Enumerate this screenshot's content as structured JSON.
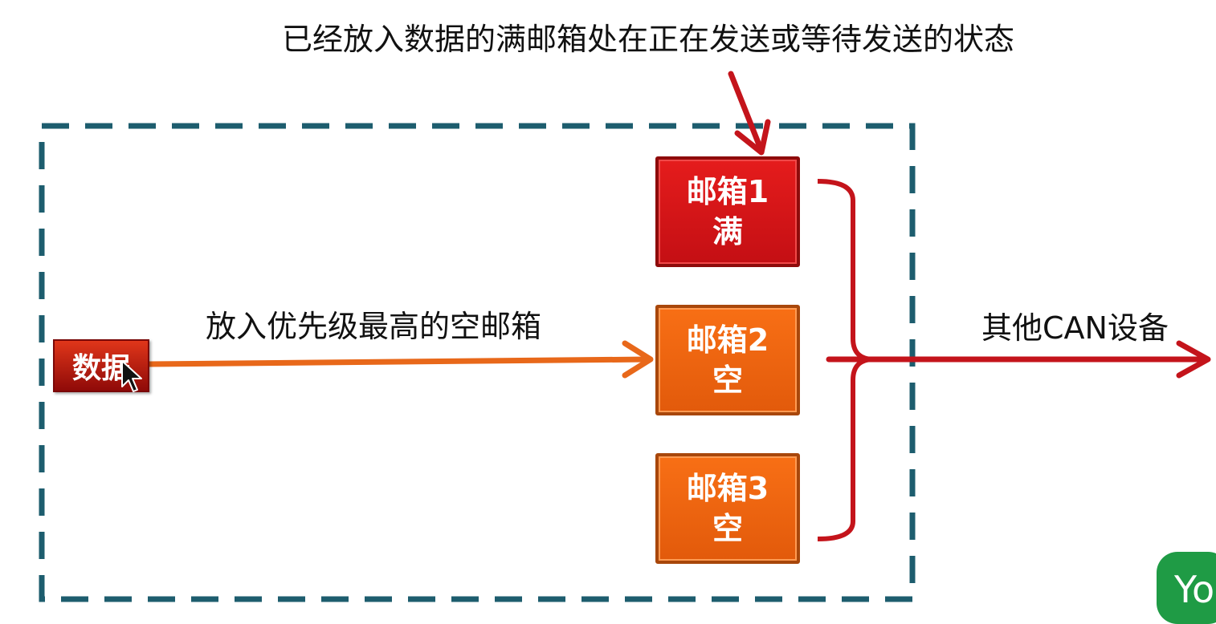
{
  "title_caption": "已经放入数据的满邮箱处在正在发送或等待发送的状态",
  "put_caption": "放入优先级最高的空邮箱",
  "other_caption": "其他CAN设备",
  "data_box_label": "数据",
  "mailboxes": [
    {
      "name": "邮箱1",
      "status": "满"
    },
    {
      "name": "邮箱2",
      "status": "空"
    },
    {
      "name": "邮箱3",
      "status": "空"
    }
  ],
  "badge_text": "Yo",
  "colors": {
    "frame": "#1d5d6e",
    "full_box": "#d7161b",
    "empty_box": "#f06512",
    "arrow_red": "#c4141b",
    "arrow_orange": "#e8681a",
    "badge": "#1f9b45"
  }
}
